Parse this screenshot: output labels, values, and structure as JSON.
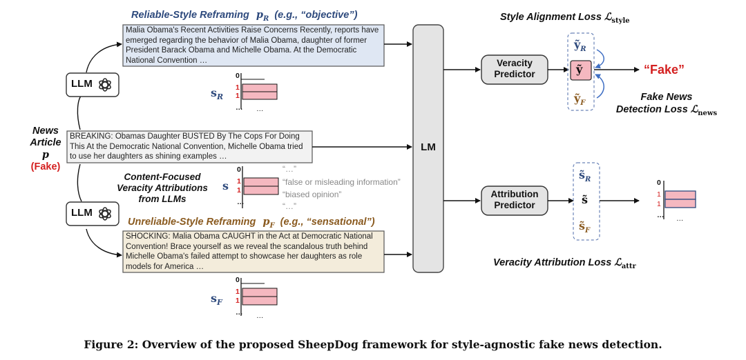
{
  "reliable": {
    "title": "Reliable-Style Reframing",
    "symbol": "p",
    "symbol_sub": "R",
    "example": "(e.g., “objective”)",
    "text": "Malia Obama's Recent Activities Raise Concerns Recently, reports have emerged regarding the behavior of Malia Obama, daughter of former President Barack Obama and Michelle Obama. At the Democratic National Convention …"
  },
  "unreliable": {
    "title": "Unreliable-Style Reframing",
    "symbol": "p",
    "symbol_sub": "F",
    "example": "(e.g., “sensational”)",
    "text": "SHOCKING: Malia Obama CAUGHT in the Act at Democratic National Convention! Brace yourself as we reveal the scandalous truth behind Michelle Obama's failed attempt to showcase her daughters as role models for America …"
  },
  "original": {
    "text": "BREAKING: Obamas Daughter BUSTED By The Cops For Doing This At the Democratic National Convention, Michelle Obama tried to use her daughters as shining examples …"
  },
  "news_article": {
    "line1": "News",
    "line2": "Article",
    "symbol": "p",
    "tag": "(Fake)"
  },
  "llm_label": "LLM",
  "lm_label": "LM",
  "veracity_predictor": {
    "line1": "Veracity",
    "line2": "Predictor"
  },
  "attribution_predictor": {
    "line1": "Attribution",
    "line2": "Predictor"
  },
  "content_focused": {
    "line1": "Content-Focused",
    "line2": "Veracity Attributions",
    "line3": "from LLMs"
  },
  "quotes": [
    "“…”",
    "“false or misleading information”",
    "“biased opinion”",
    "“…”"
  ],
  "ticks": {
    "zero": "0",
    "one": "1",
    "dots": "…"
  },
  "vectors": {
    "s_r": {
      "base": "s",
      "sub": "R"
    },
    "s": {
      "base": "s"
    },
    "s_f": {
      "base": "s",
      "sub": "F"
    },
    "y_r": {
      "base": "ỹ",
      "sub": "R"
    },
    "y": {
      "base": "ỹ"
    },
    "y_f": {
      "base": "ỹ",
      "sub": "F"
    },
    "st_r": {
      "base": "s̃",
      "sub": "R"
    },
    "st": {
      "base": "s̃"
    },
    "st_f": {
      "base": "s̃",
      "sub": "F"
    }
  },
  "losses": {
    "style": {
      "text": "Style Alignment Loss",
      "sym": "ℒ",
      "sub": "style"
    },
    "news_line1": "Fake News",
    "news": {
      "text": "Detection Loss",
      "sym": "ℒ",
      "sub": "news"
    },
    "attr": {
      "text": "Veracity Attribution Loss",
      "sym": "ℒ",
      "sub": "attr"
    }
  },
  "output_label": "“Fake”",
  "caption": "Figure 2: Overview of the proposed SheepDog framework for style-agnostic fake news detection.",
  "colors": {
    "reliable_fill": "#dfe7f3",
    "unreliable_fill": "#f3ecdb",
    "bar_fill": "#f5b8c0",
    "reliable_text": "#2e4a7d",
    "unreliable_text": "#8a5a1f",
    "fake_red": "#d42020",
    "lm_fill": "#e4e4e4"
  }
}
